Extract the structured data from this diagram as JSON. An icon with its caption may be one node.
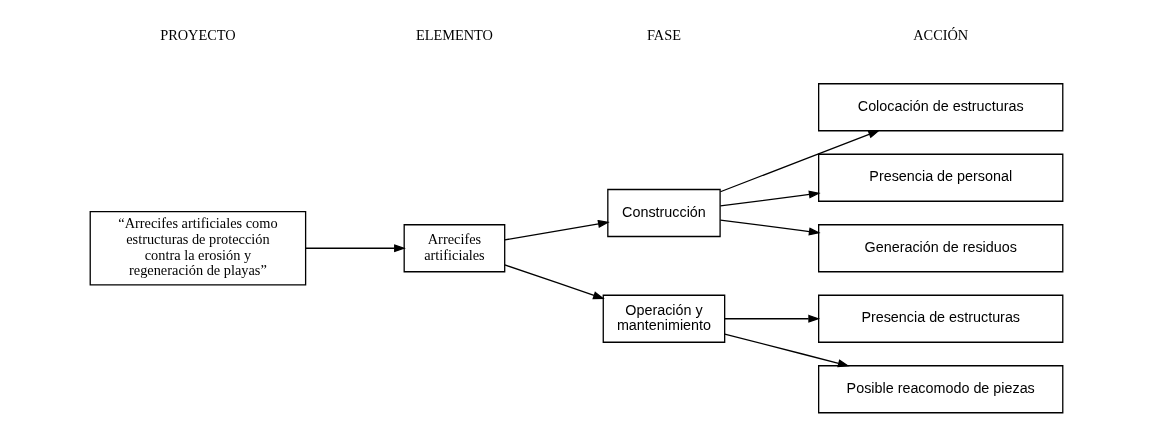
{
  "diagram": {
    "nodes": [
      {
        "text": [
          "“Arrecifes artificiales como estructuras de protección contra la erosión y regeneración de playas”"
        ]
      },
      {
        "text": [
          "Arrecifes artificiales"
        ]
      },
      {
        "text": [
          "Construcción"
        ]
      },
      {
        "text": [
          "Operación y mantenimiento"
        ]
      },
      {
        "text": [
          "Colocación de estructuras"
        ]
      },
      {
        "text": [
          "Presencia de personal"
        ]
      },
      {
        "text": [
          "Generación de residuos"
        ]
      },
      {
        "text": [
          "Presencia de estructuras"
        ]
      },
      {
        "text": [
          "Posible reacomodo de piezas"
        ]
      }
    ],
    "edges": [
      {
        "from": 0,
        "to": 1,
        "arrow": "to"
      },
      {
        "from": 1,
        "to": 2,
        "arrow": "to"
      },
      {
        "from": 1,
        "to": 3,
        "arrow": "to"
      },
      {
        "from": 2,
        "to": 4,
        "arrow": "to"
      },
      {
        "from": 2,
        "to": 5,
        "arrow": "to"
      },
      {
        "from": 2,
        "to": 6,
        "arrow": "to"
      },
      {
        "from": 3,
        "to": 7,
        "arrow": "to"
      },
      {
        "from": 3,
        "to": 8,
        "arrow": "to"
      }
    ],
    "labels": [
      "PROYECTO",
      "ELEMENTO",
      "FASE",
      "ACCIÓN"
    ]
  }
}
